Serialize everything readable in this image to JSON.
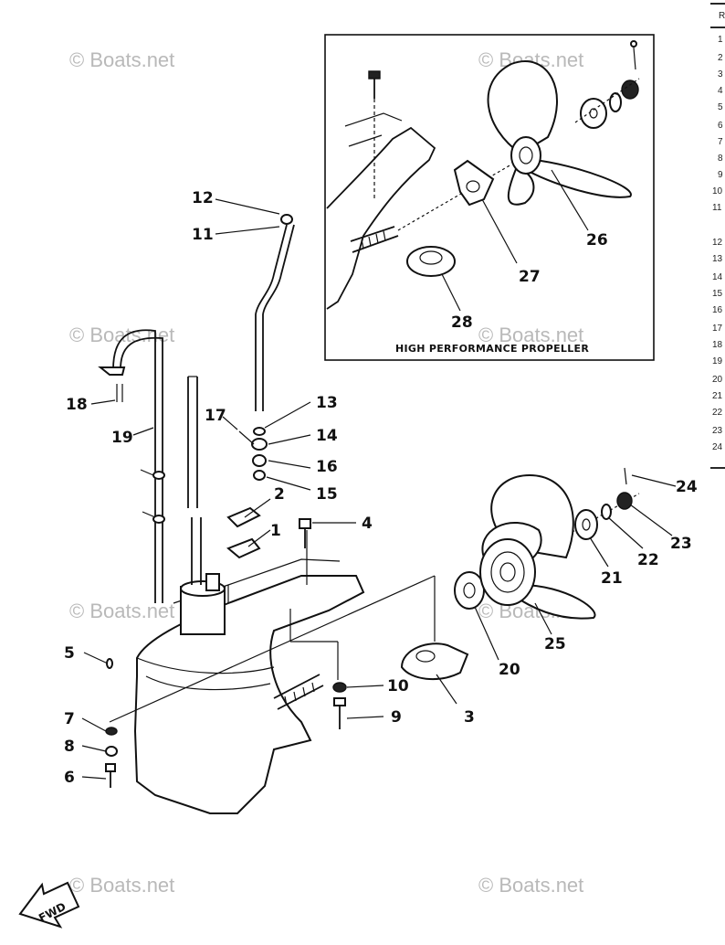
{
  "inset": {
    "caption": "HIGH PERFORMANCE PROPELLER",
    "callouts": [
      "26",
      "27",
      "28"
    ]
  },
  "main_callouts": [
    "1",
    "2",
    "3",
    "4",
    "5",
    "6",
    "7",
    "8",
    "9",
    "10",
    "11",
    "12",
    "13",
    "14",
    "15",
    "16",
    "17",
    "18",
    "19",
    "20",
    "21",
    "22",
    "23",
    "24",
    "25"
  ],
  "watermark": "© Boats.net",
  "fwd_label": "FWD",
  "edge_text": {
    "right_header": "R",
    "right_numbers": [
      "1",
      "2",
      "3",
      "4",
      "5",
      "6",
      "7",
      "8",
      "9",
      "10",
      "11",
      "12",
      "13",
      "14",
      "15",
      "16",
      "17",
      "18",
      "19",
      "20",
      "21",
      "22",
      "23",
      "24"
    ]
  }
}
